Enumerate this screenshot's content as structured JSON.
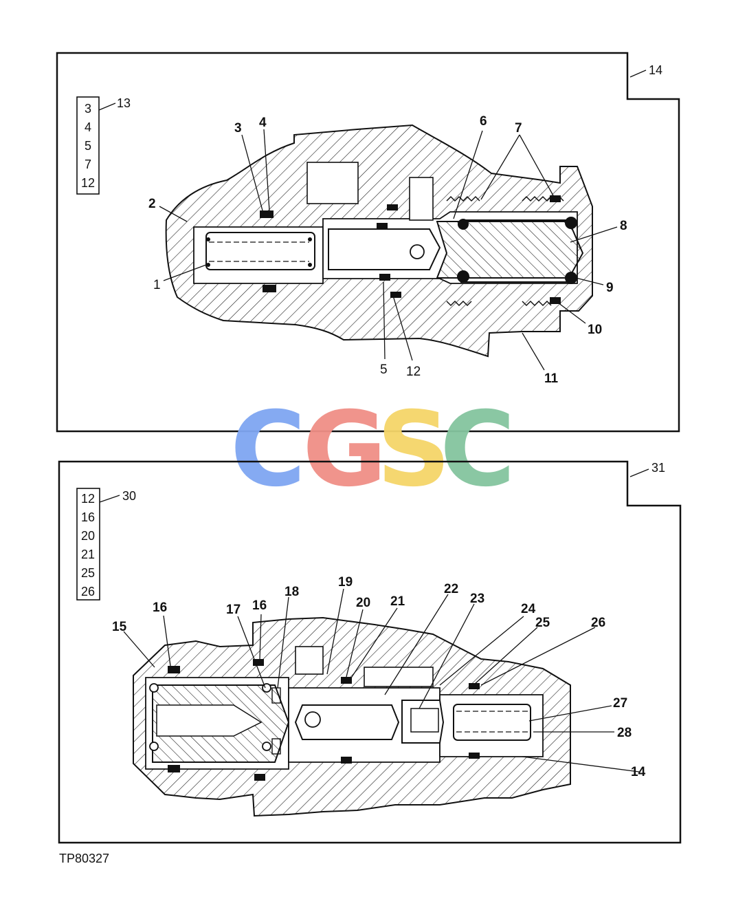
{
  "figure_code": "TP80327",
  "watermark": {
    "letters": [
      "C",
      "G",
      "S",
      "C"
    ],
    "colors": [
      "#7fa6f2",
      "#f08f86",
      "#f5d569",
      "#84c59f"
    ]
  },
  "top_view": {
    "frame_callout": "14",
    "kit_callout": "13",
    "kit_items": [
      "3",
      "4",
      "5",
      "7",
      "12"
    ],
    "callouts": [
      "1",
      "2",
      "3",
      "4",
      "5",
      "6",
      "7",
      "8",
      "9",
      "10",
      "11",
      "12"
    ]
  },
  "bottom_view": {
    "frame_callout": "31",
    "kit_callout": "30",
    "kit_items": [
      "12",
      "16",
      "20",
      "21",
      "25",
      "26"
    ],
    "callouts": [
      "14",
      "15",
      "16",
      "16",
      "17",
      "18",
      "19",
      "20",
      "21",
      "22",
      "23",
      "24",
      "25",
      "26",
      "27",
      "28"
    ]
  }
}
